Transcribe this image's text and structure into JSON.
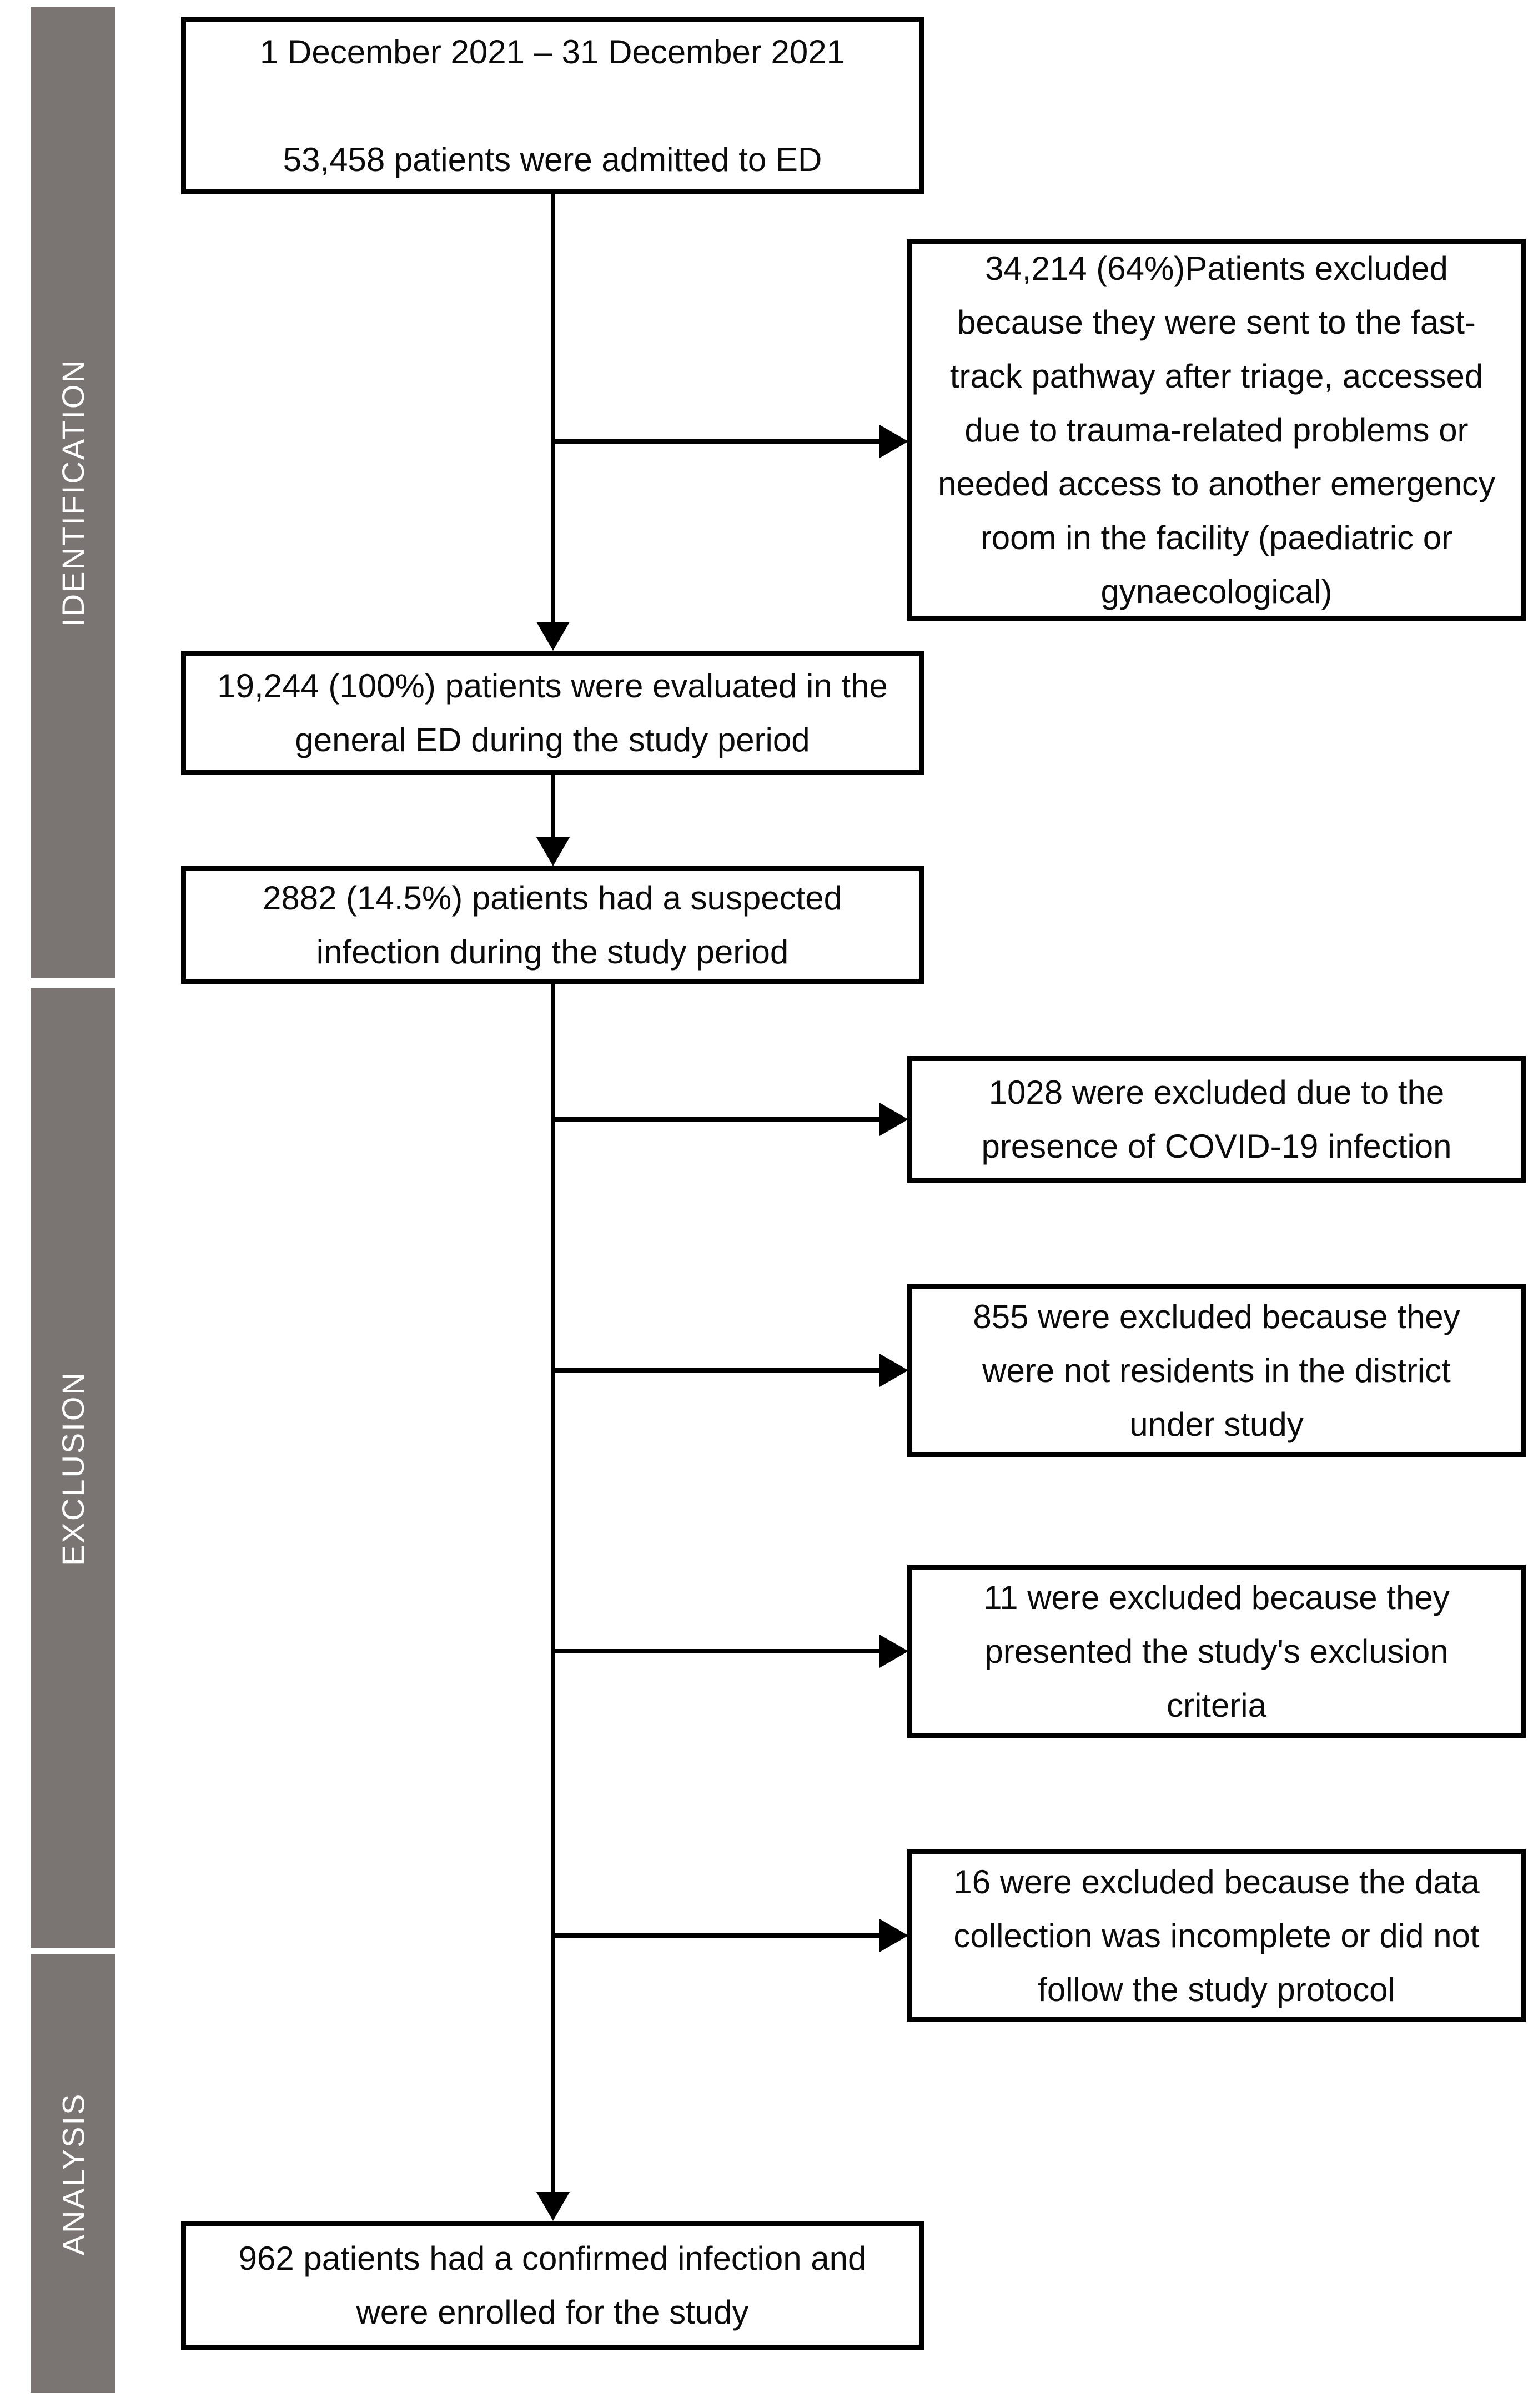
{
  "colors": {
    "bar-gray": "#7a7572",
    "line-black": "#000000"
  },
  "sidebar": {
    "items": [
      {
        "label": "IDENTIFICATION"
      },
      {
        "label": "EXCLUSION"
      },
      {
        "label": "ANALYSIS"
      }
    ]
  },
  "boxes": {
    "admitted": "1 December 2021 – 31 December 2021\n\n53,458 patients were admitted to ED",
    "excluded_fast_track": "34,214 (64%)Patients excluded\nbecause they were sent to the fast-\ntrack pathway after triage, accessed\ndue to trauma-related problems or\nneeded access to another emergency\nroom in the facility (paediatric or\ngynaecological)",
    "evaluated": "19,244 (100%) patients were evaluated in the\ngeneral ED during the study period",
    "suspected": "2882 (14.5%) patients had a suspected\ninfection during the study period",
    "excluded_covid": "1028 were excluded due to the\npresence of COVID-19 infection",
    "excluded_residents": "855 were excluded because they\nwere not residents in the district\nunder study",
    "excluded_criteria": "11 were excluded because they\npresented the study's exclusion\ncriteria",
    "excluded_data": "16 were excluded because the data\ncollection was incomplete or did not\nfollow the study protocol",
    "enrolled": "962 patients had a confirmed infection and\nwere enrolled for the study"
  }
}
